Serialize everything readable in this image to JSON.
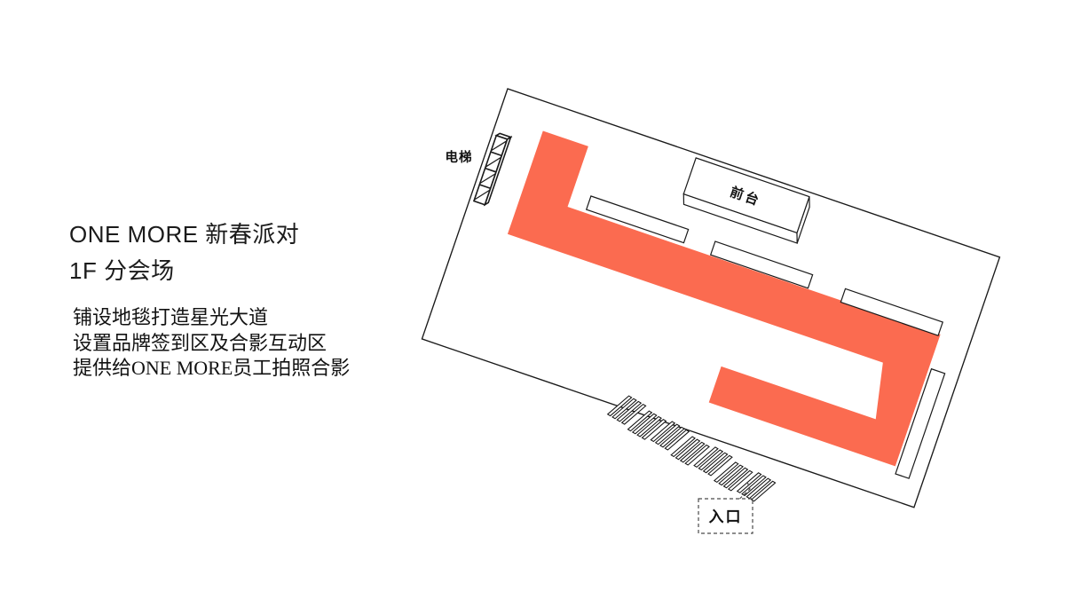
{
  "slide": {
    "title_line1": "ONE MORE 新春派对",
    "title_line2": "1F 分会场",
    "description_lines": [
      "铺设地毯打造星光大道",
      "设置品牌签到区及合影互动区",
      "提供给ONE MORE员工拍照合影"
    ]
  },
  "floorplan": {
    "labels": {
      "elevator": "电梯",
      "front_desk": "前台",
      "entrance": "入口"
    },
    "colors": {
      "carpet": "#FB6B50",
      "line": "#1A1A1A",
      "background": "#FFFFFF"
    }
  }
}
